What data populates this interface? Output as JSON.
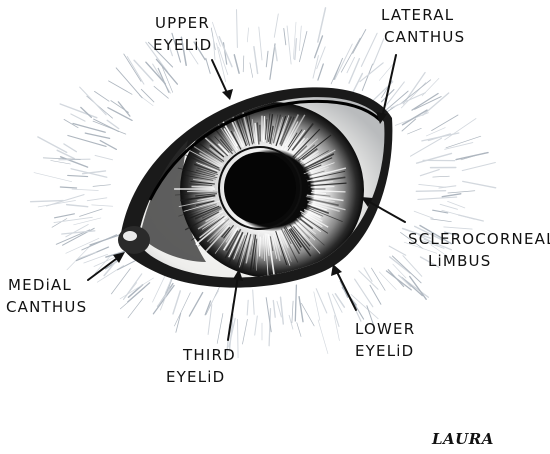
{
  "labels": {
    "upper_eyelid": [
      "UPPER",
      "EYELiD"
    ],
    "lateral_canthus": [
      "LATERAL",
      "CANTHUS"
    ],
    "sclerocorneal_limbus": [
      "SCLEROCORNEAL",
      "LiMBUS"
    ],
    "lower_eyelid": [
      "LOWER",
      "EYELiD"
    ],
    "third_eyelid": [
      "THIRD",
      "EYELiD"
    ],
    "medial_canthus": [
      "MEDiAL",
      "CANTHUS"
    ]
  },
  "signature": "LAURA",
  "colors": {
    "ink": "#111111",
    "fur": "#c9d0d8",
    "sclera": "#f4f4f2",
    "iris_dark": "#111111",
    "iris_light": "#e8e8e8"
  }
}
